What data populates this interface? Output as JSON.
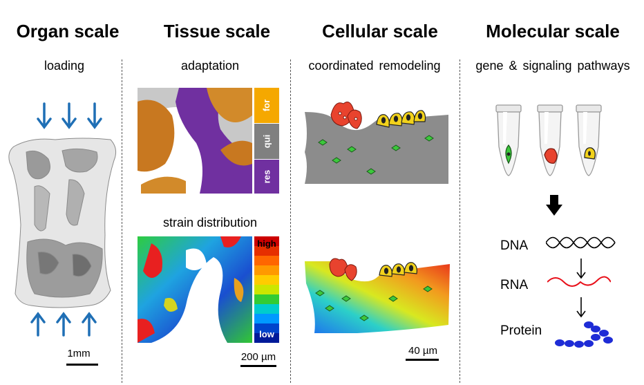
{
  "columns": [
    {
      "heading": "Organ scale",
      "subtitle": "loading",
      "scale_bar": "1mm"
    },
    {
      "heading": "Tissue scale",
      "subtitle": "adaptation",
      "subtitle2": "strain distribution",
      "scale_bar": "200 µm"
    },
    {
      "heading": "Cellular scale",
      "subtitle": "coordinated  remodeling",
      "scale_bar": "40 µm"
    },
    {
      "heading": "Molecular scale",
      "subtitle": "gene & signaling  pathways"
    }
  ],
  "tissue_legend": [
    {
      "label": "for",
      "color": "#F5A800"
    },
    {
      "label": "qui",
      "color": "#808080"
    },
    {
      "label": "res",
      "color": "#7030A0"
    }
  ],
  "strain_legend": {
    "high": "high",
    "low": "low"
  },
  "molecular": {
    "dna": "DNA",
    "rna": "RNA",
    "protein": "Protein"
  },
  "colors": {
    "arrow": "#1F6FB5",
    "osteoclast": "#E8432E",
    "osteoblast": "#F2D21B",
    "osteocyte": "#3CC83C",
    "bone_gray": "#8C8C8C",
    "rna": "#E8101A",
    "protein": "#1E2CD6"
  }
}
